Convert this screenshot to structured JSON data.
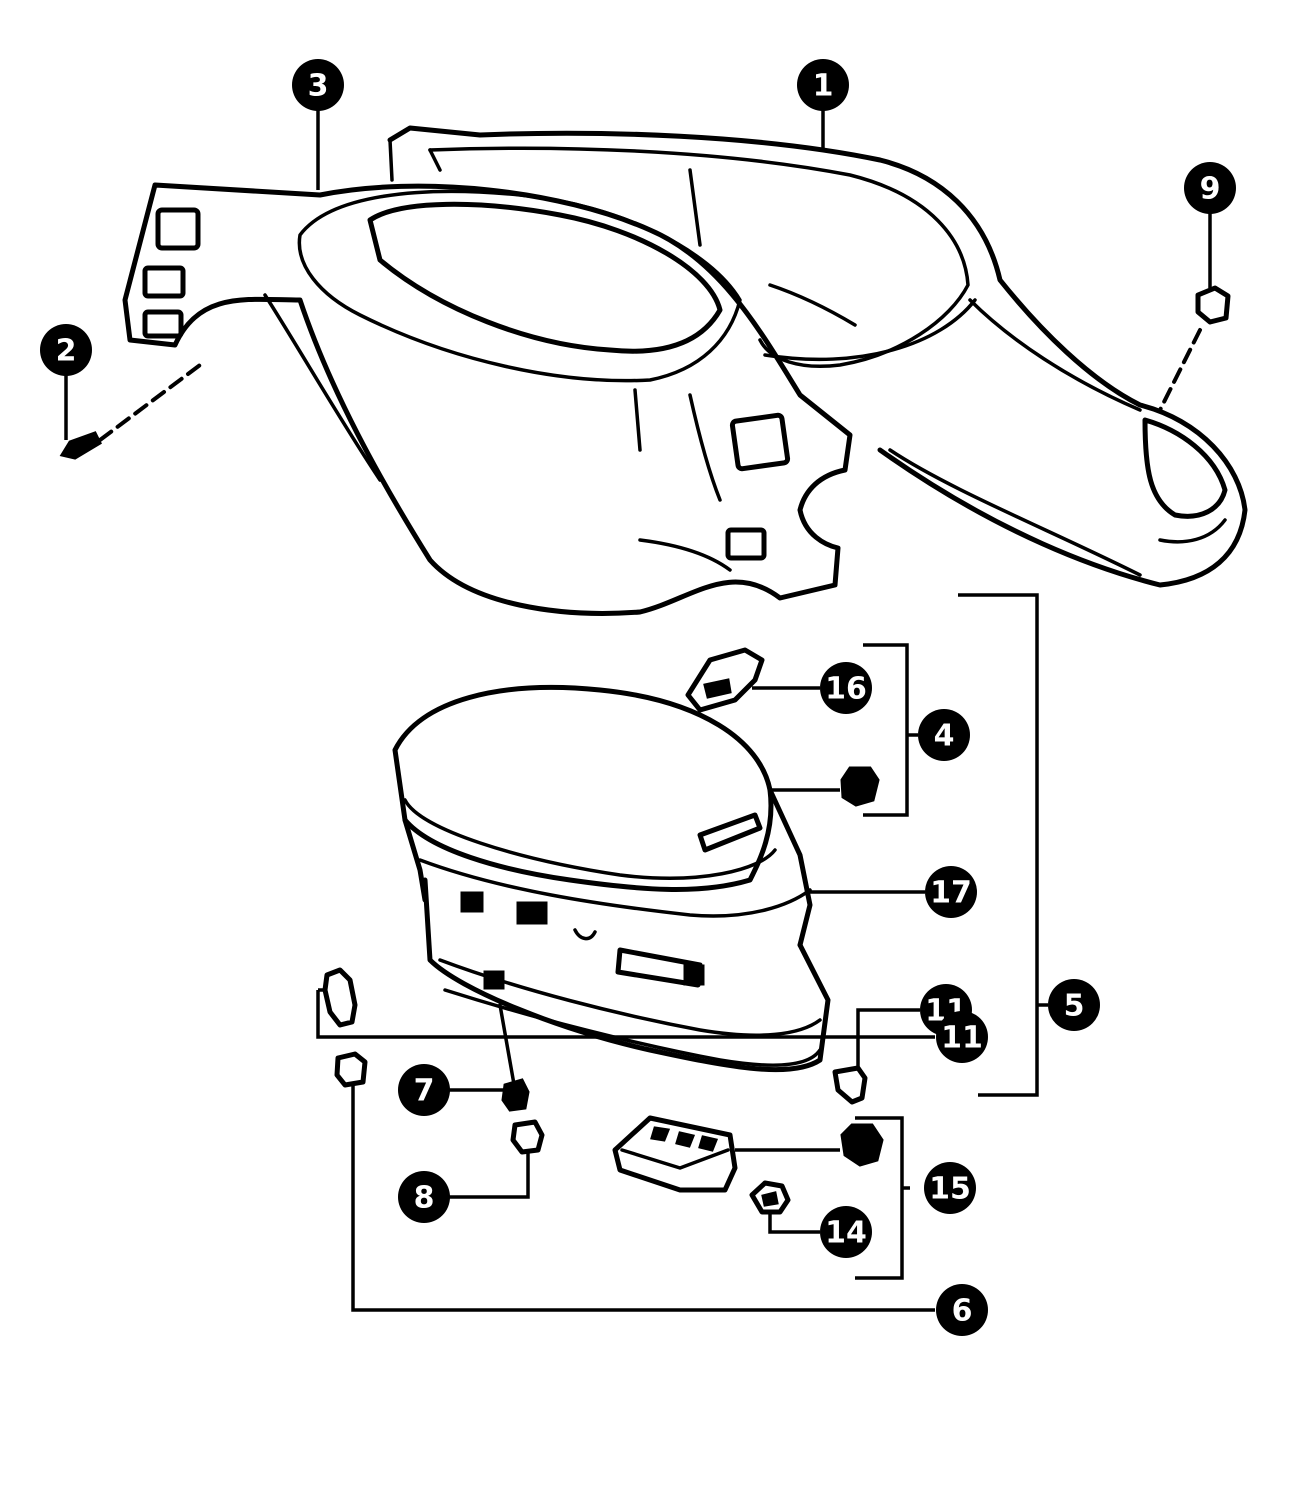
{
  "callouts": [
    {
      "id": "c1",
      "label": "1"
    },
    {
      "id": "c2",
      "label": "2"
    },
    {
      "id": "c3",
      "label": "3"
    },
    {
      "id": "c9",
      "label": "9"
    },
    {
      "id": "c16",
      "label": "16"
    },
    {
      "id": "c4",
      "label": "4"
    },
    {
      "id": "c17",
      "label": "17"
    },
    {
      "id": "c5",
      "label": "5"
    },
    {
      "id": "c11a",
      "label": "11"
    },
    {
      "id": "c7",
      "label": "7"
    },
    {
      "id": "c8",
      "label": "8"
    },
    {
      "id": "c15",
      "label": "15"
    },
    {
      "id": "c14",
      "label": "14"
    },
    {
      "id": "c6",
      "label": "6"
    },
    {
      "id": "c11b",
      "label": "11"
    }
  ]
}
